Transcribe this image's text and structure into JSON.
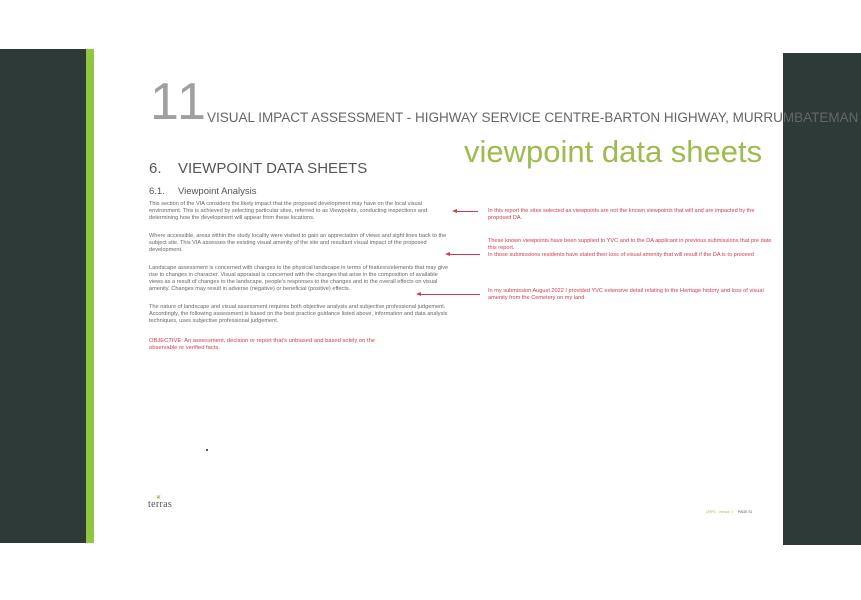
{
  "header": {
    "chapter_number": "11",
    "title": "VISUAL IMPACT ASSESSMENT - HIGHWAY SERVICE CENTRE-BARTON HIGHWAY, MURRUMBATEMAN",
    "accent_title": "viewpoint data sheets"
  },
  "section": {
    "number": "6.",
    "title": "VIEWPOINT DATA SHEETS",
    "sub_number": "6.1.",
    "sub_title": "Viewpoint Analysis"
  },
  "paragraphs": [
    "This section of the VIA considers the likely impact that the proposed development may have on the local visual environment. This is achieved by selecting particular sites, referred to as Viewpoints, conducting inspections and determining how the development will appear from these locations.",
    "Where accessible, areas within the study locality were visited to gain an appreciation of views and sight lines back to the subject site. This VIA assesses the existing visual amenity of the site and resultant visual impact of the proposed development.",
    "Landscape assessment is concerned with changes to the physical landscape in terms of features/elements that may give rise to changes in character. Visual appraisal is concerned with the changes that arise in the composition of available views as a result of changes to the landscape, people's responses to the changes and to the overall effects on visual amenity. Changes may result in adverse (negative) or beneficial (positive) effects.",
    "The nature of landscape and visual assessment requires both objective analysis and subjective professional judgement. Accordingly, the following assessment is based on the best practice guidance listed above, information and data analysis techniques, uses subjective professional judgement."
  ],
  "objective_note": "OBJECTIVE: An assessment, decision or report that's unbiased and based solely on the observable or verified facts.",
  "annotations": [
    "In this report the sites selected as viewpoints are not the known viewpoints that will and are impacted by the proposed DA.",
    "These known viewpoints have been supplied to YVC and to the DA applicant in previous submissions that pre date this report.",
    "In those submissions residents have stated their loss of visual amenity that will result if the DA is to proceed",
    "In my submission August 2022 I provided YVC extensive detail relating to the Heritage history and loss of visual amenity from the Cemetery on my land."
  ],
  "footer": {
    "logo_text": "terras",
    "doc_ref": "URPS · version 1",
    "page_label": "PAGE 51"
  },
  "colors": {
    "accent_green": "#9cbd4e",
    "strip_green": "#8ec63f",
    "annotation_red": "#d23c4a",
    "dark_band": "#2d3a38"
  }
}
